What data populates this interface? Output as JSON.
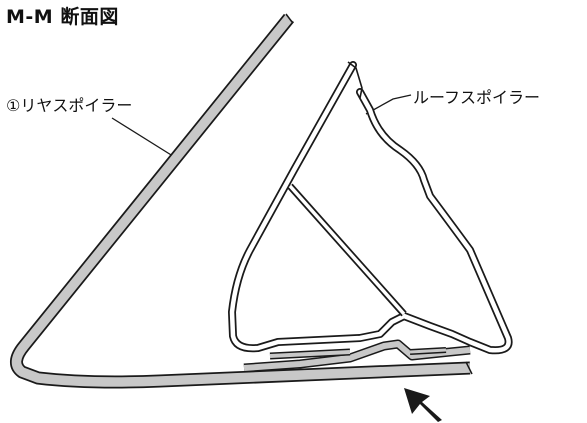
{
  "title": "M-M 断面図",
  "labels": {
    "rear_spoiler": "①リヤスポイラー",
    "roof_spoiler": "ルーフスポイラー"
  },
  "colors": {
    "panel_fill": "#c8c8c8",
    "outline": "#1a1a1a",
    "background": "#ffffff"
  },
  "icons": [
    "direction-arrow-icon"
  ]
}
